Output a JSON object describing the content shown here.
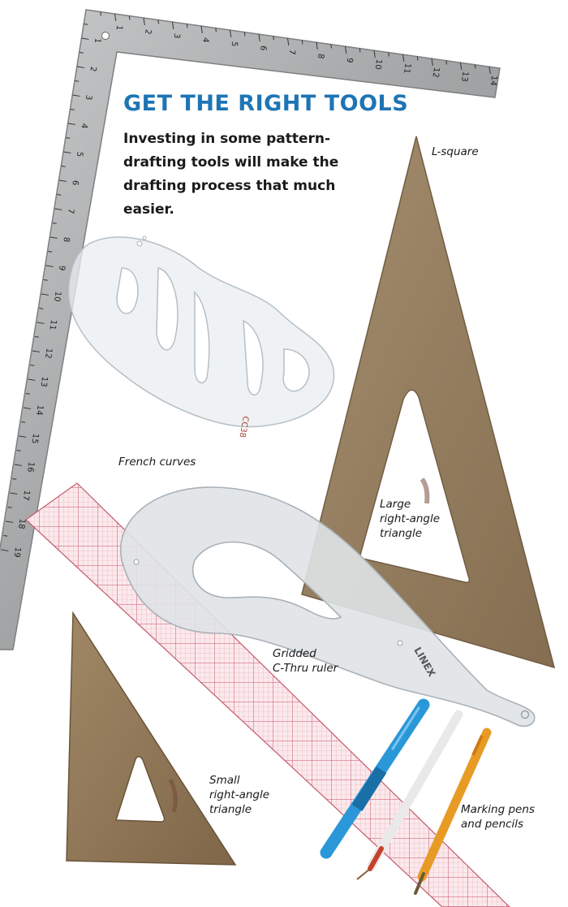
{
  "heading": "GET THE RIGHT TOOLS",
  "intro": "Investing in some pattern-drafting tools will make the drafting process that much easier.",
  "labels": {
    "l_square": "L-square",
    "french_curves": "French curves",
    "large_triangle": [
      "Large",
      "right-angle",
      "triangle"
    ],
    "ruler": [
      "Gridded",
      "C-Thru ruler"
    ],
    "small_triangle": [
      "Small",
      "right-angle",
      "triangle"
    ],
    "pens": [
      "Marking pens",
      "and pencils"
    ]
  },
  "ruler_markings": {
    "top_edge": [
      "1",
      "2",
      "3",
      "4",
      "5",
      "6",
      "7",
      "8",
      "9",
      "10",
      "11",
      "12",
      "13",
      "14"
    ],
    "side_edge": [
      "1",
      "2",
      "3",
      "4",
      "5",
      "6",
      "7",
      "8",
      "9",
      "10",
      "11",
      "12",
      "13",
      "14",
      "15",
      "16",
      "17",
      "18",
      "19"
    ]
  },
  "tool_imprints": {
    "small_curve": "CC38",
    "large_curve": "LINEX"
  },
  "colors": {
    "heading": "#1d75b4",
    "steel": "#a3a5a6",
    "triangle": "#8f7455",
    "ruler_grid": "#d2717f",
    "blue_pen": "#2a98d8",
    "pencil": "#e79b25"
  }
}
